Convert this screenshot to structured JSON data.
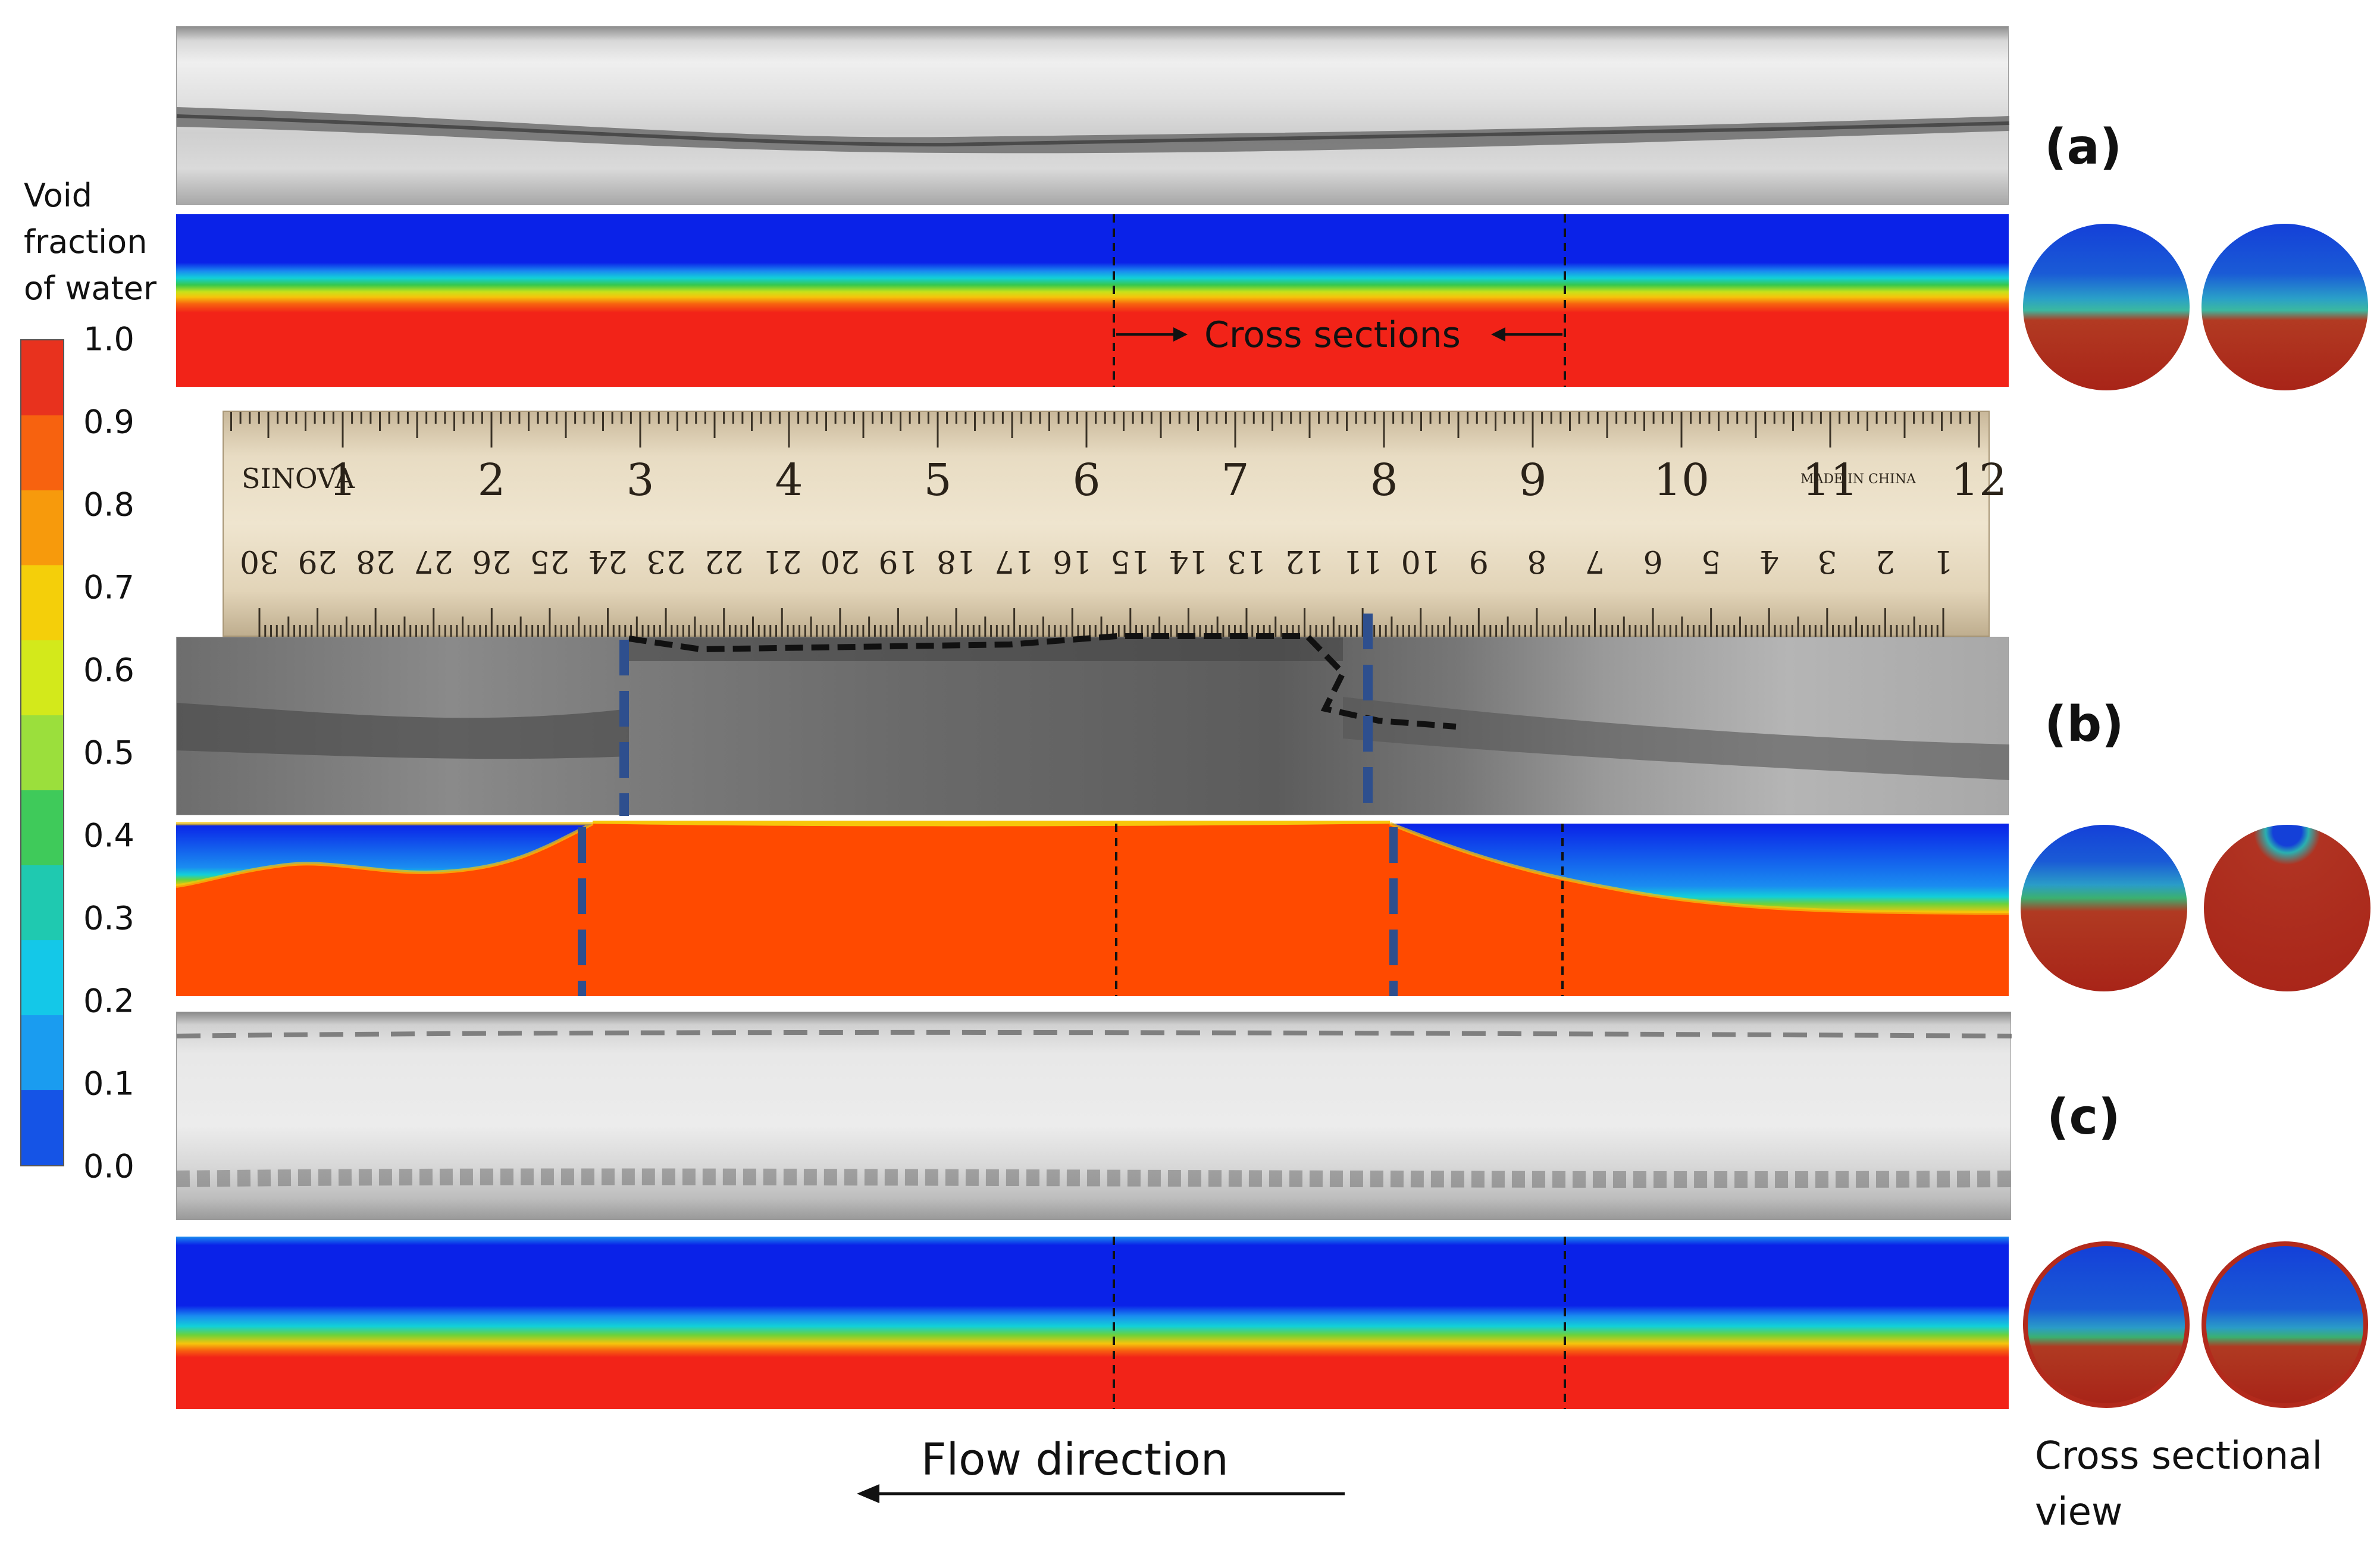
{
  "colorbar": {
    "title_lines": [
      "Void",
      "fraction",
      "of water"
    ],
    "ticks": [
      "1.0",
      "0.9",
      "0.8",
      "0.7",
      "0.6",
      "0.5",
      "0.4",
      "0.3",
      "0.2",
      "0.1",
      "0.0"
    ],
    "colors_top_to_bottom": [
      "#e8321e",
      "#f7620f",
      "#f79a0c",
      "#f4cf0a",
      "#d3e91b",
      "#9bdf3c",
      "#3fca5a",
      "#1fc9b0",
      "#14c8e8",
      "#1a9cf0",
      "#1554e6"
    ]
  },
  "panels": [
    {
      "id": "a",
      "label": "(a)"
    },
    {
      "id": "b",
      "label": "(b)"
    },
    {
      "id": "c",
      "label": "(c)"
    }
  ],
  "annotations": {
    "cross_sections": "Cross sections",
    "flow_direction": "Flow direction",
    "cross_sectional_view": [
      "Cross sectional",
      "view"
    ]
  },
  "ruler": {
    "brand": "SINOVA",
    "inch_marks": [
      "1",
      "2",
      "3",
      "4",
      "5",
      "6",
      "7",
      "8",
      "9",
      "10",
      "11",
      "12"
    ],
    "made_in": "MADE IN CHINA",
    "cm_marks": [
      "30",
      "29",
      "28",
      "27",
      "26",
      "25",
      "24",
      "23",
      "22",
      "21",
      "20",
      "19",
      "18",
      "17",
      "16",
      "15",
      "14",
      "13",
      "12",
      "11",
      "10",
      "9",
      "8",
      "7",
      "6",
      "5",
      "4",
      "3",
      "2",
      "1"
    ]
  },
  "colors": {
    "water": "#f22318",
    "air": "#0a22e8",
    "slug_water": "#ff4a00",
    "dashed_blue": "#2e4f8e"
  }
}
